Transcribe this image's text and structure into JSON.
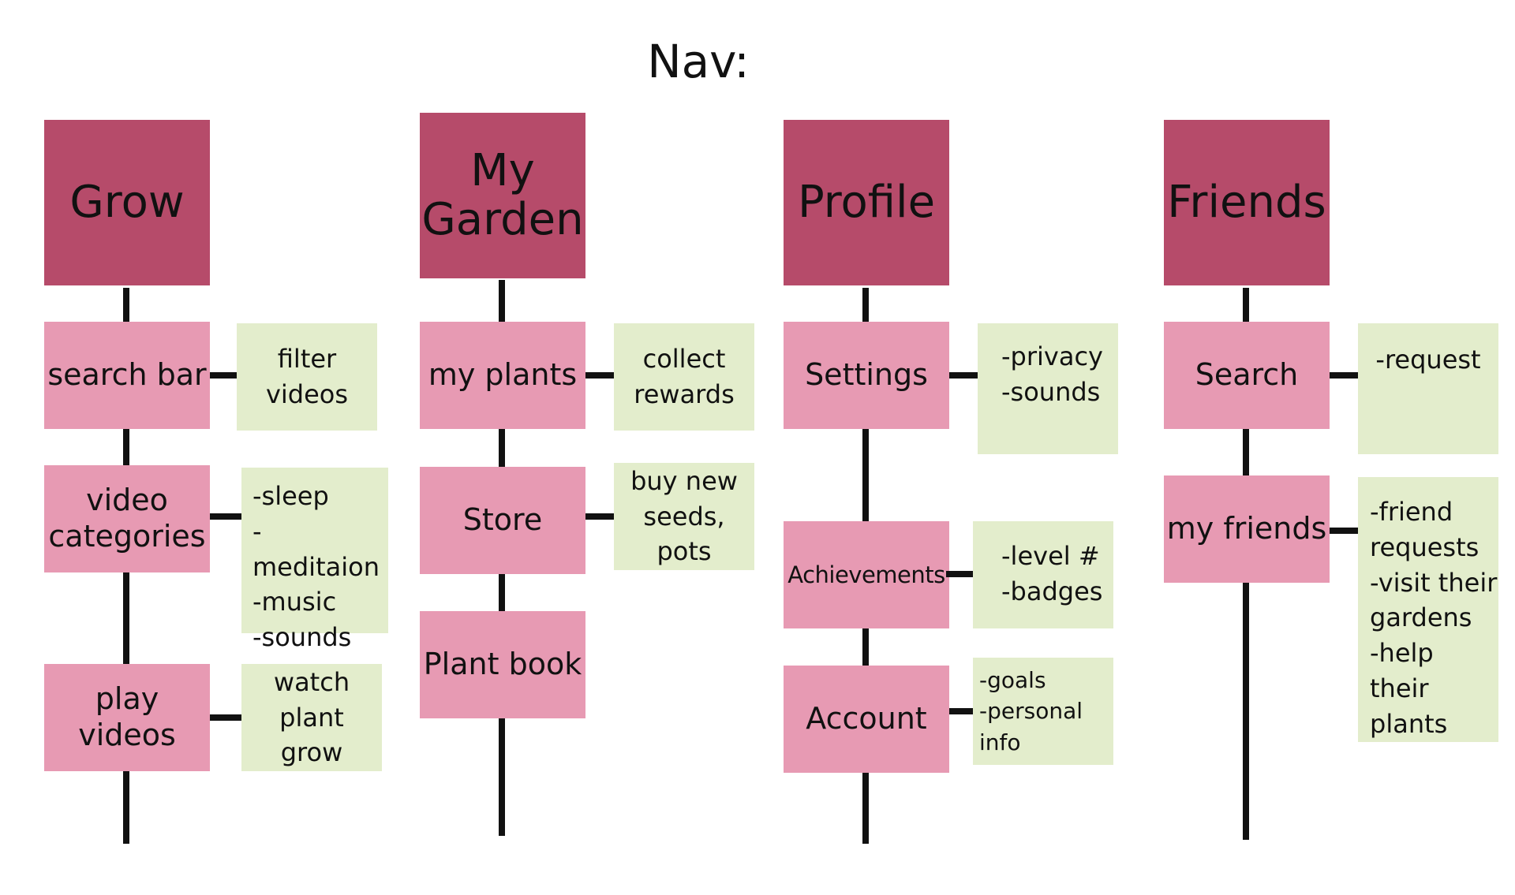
{
  "title": "Nav:",
  "columns": [
    {
      "top": "Grow",
      "items": [
        {
          "label": "search bar",
          "note": "filter\nvideos"
        },
        {
          "label": "video\ncategories",
          "note": "-sleep\n-meditaion\n-music\n-sounds"
        },
        {
          "label": "play\nvideos",
          "note": "watch plant\ngrow"
        }
      ]
    },
    {
      "top": "My\nGarden",
      "items": [
        {
          "label": "my plants",
          "note": "collect\nrewards"
        },
        {
          "label": "Store",
          "note": "buy new\nseeds, pots"
        },
        {
          "label": "Plant book"
        }
      ]
    },
    {
      "top": "Profile",
      "items": [
        {
          "label": "Settings",
          "note": "-privacy\n-sounds"
        },
        {
          "label": "Achievements",
          "note": "-level #\n-badges"
        },
        {
          "label": "Account",
          "note": "-goals\n-personal info"
        }
      ]
    },
    {
      "top": "Friends",
      "items": [
        {
          "label": "Search",
          "note": "-request"
        },
        {
          "label": "my friends",
          "note": "-friend\nrequests\n-visit their\ngardens\n-help their\nplants"
        }
      ]
    }
  ],
  "colors": {
    "top_box": "#b64b6a",
    "sub_box": "#e79ab3",
    "note_box": "#e3edcc",
    "connector": "#111111"
  }
}
